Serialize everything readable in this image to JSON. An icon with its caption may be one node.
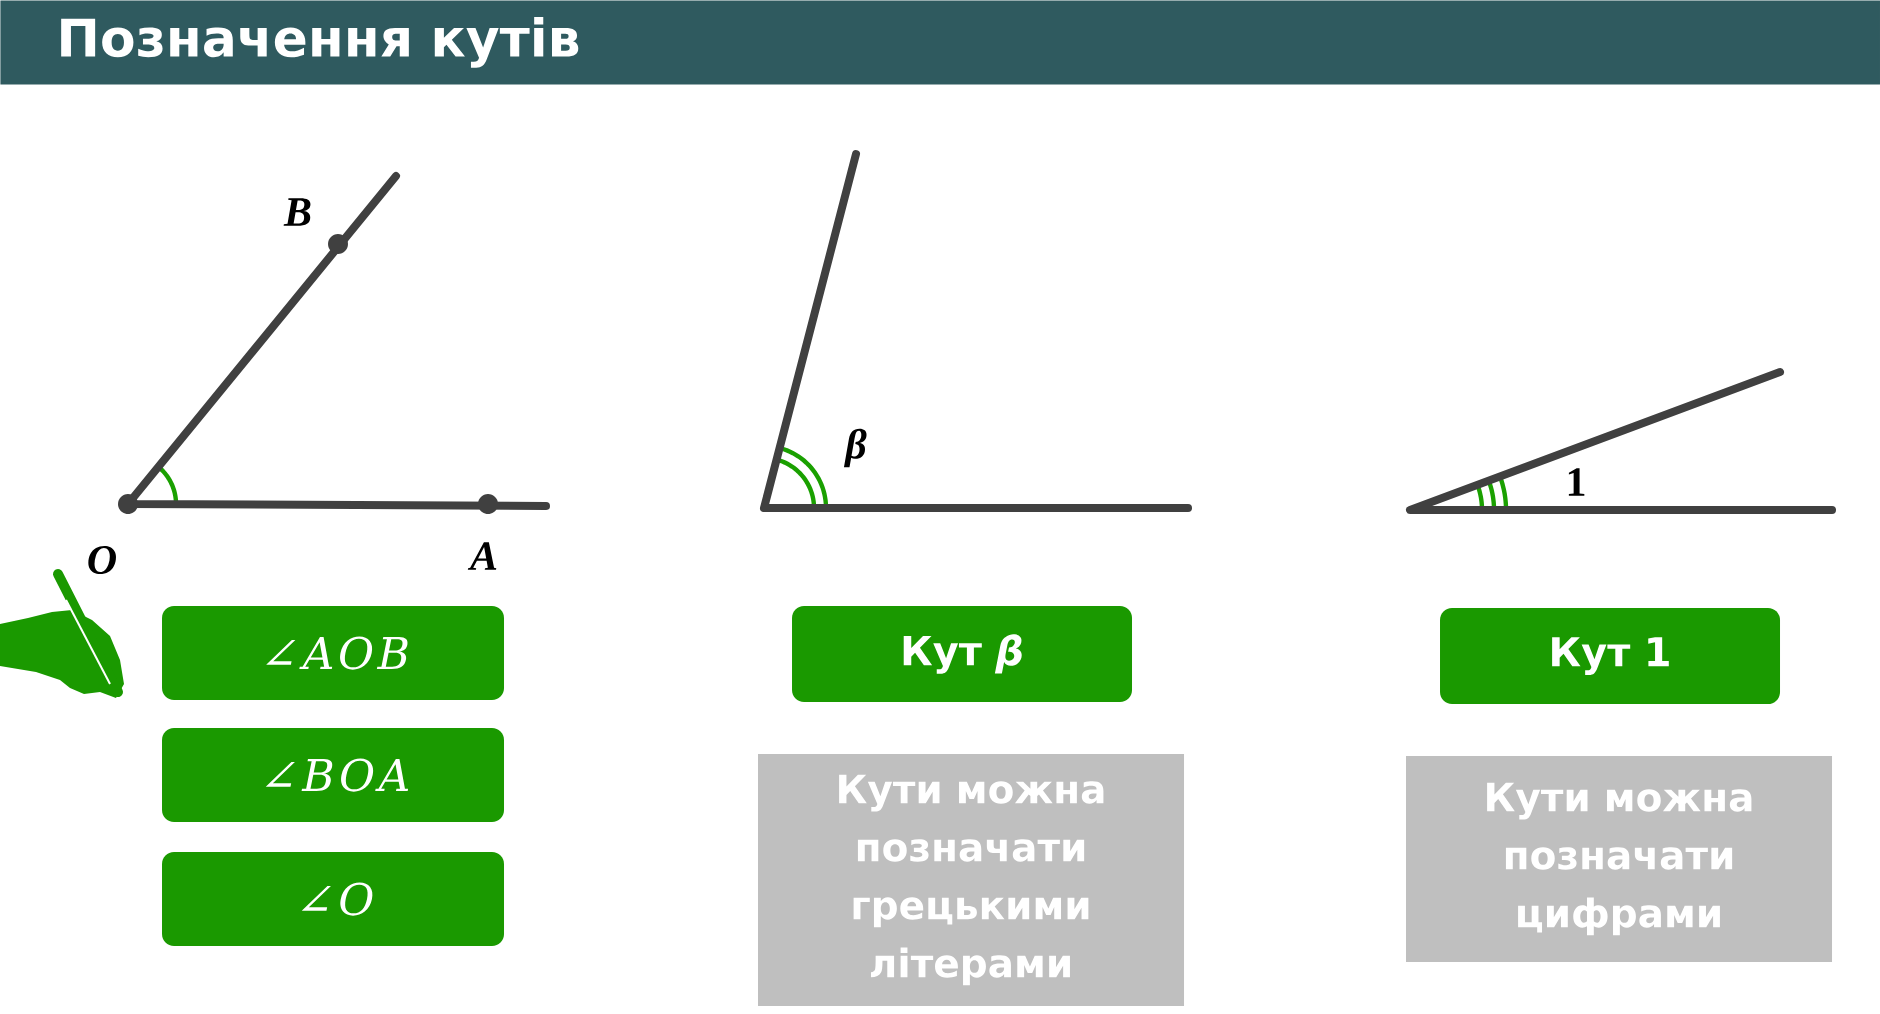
{
  "diagram": {
    "title": "Позначення кутів",
    "nodes": [
      {
        "text": [
          "∠AOB"
        ]
      },
      {
        "text": [
          "∠BOA"
        ]
      },
      {
        "text": [
          "∠O"
        ]
      },
      {
        "text": [
          "Кут *β*"
        ]
      },
      {
        "text": [
          "Кути можна позначати грецькими літерами"
        ]
      },
      {
        "text": [
          "Кут 1"
        ]
      },
      {
        "text": [
          "Кути можна позначати цифрами"
        ]
      }
    ],
    "labels": [
      "B",
      "O",
      "A",
      "β",
      "1"
    ]
  }
}
